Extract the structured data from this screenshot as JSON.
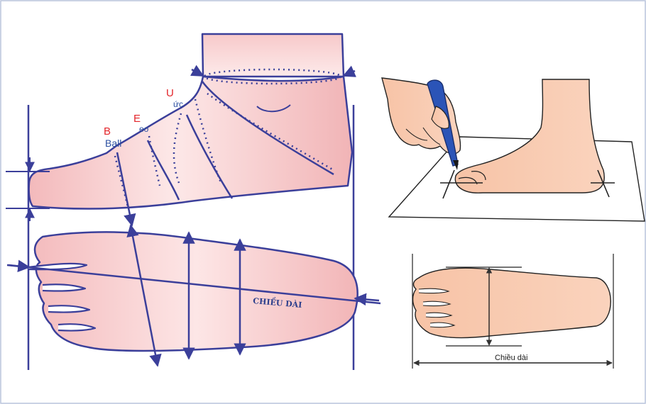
{
  "labels": {
    "u_letter": "U",
    "u_text": "ức",
    "e_letter": "E",
    "e_text": "eo",
    "b_letter": "B",
    "b_text": "Ball",
    "length_big": "CHIỀU DÀI",
    "length_small": "Chiều dài"
  },
  "colors": {
    "line": "#3b3f9a",
    "skin_light": "#fbe3e3",
    "skin_dark": "#eda9ab",
    "label_red": "#e3262b",
    "label_blue": "#2b4fa0",
    "frame": "#b9c4dc"
  }
}
